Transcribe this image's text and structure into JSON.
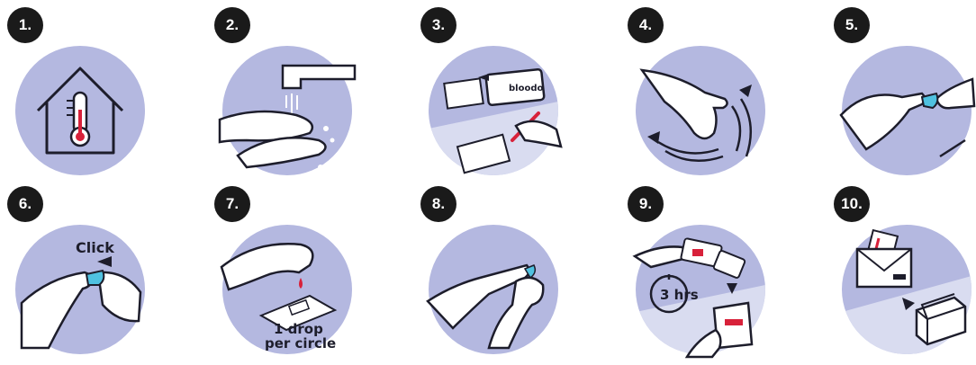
{
  "colors": {
    "circle": "#b4b8e0",
    "light": "#d9dcf0",
    "ink": "#1d1d2b",
    "red": "#d8213a",
    "skin": "#ffffff"
  },
  "steps": [
    {
      "number": "1.",
      "illustration": "house-thermometer-icon"
    },
    {
      "number": "2.",
      "illustration": "hand-washing-icon"
    },
    {
      "number": "3.",
      "illustration": "kit-unpacking-icon",
      "text": {
        "brand": "bloodo"
      }
    },
    {
      "number": "4.",
      "illustration": "hand-shaking-icon"
    },
    {
      "number": "5.",
      "illustration": "lancet-twist-icon"
    },
    {
      "number": "6.",
      "illustration": "lancet-click-icon",
      "text": {
        "click": "Click"
      }
    },
    {
      "number": "7.",
      "illustration": "blood-drop-card-icon",
      "text": {
        "drop_line1": "1 drop",
        "drop_line2": "per circle"
      }
    },
    {
      "number": "8.",
      "illustration": "plaster-icon"
    },
    {
      "number": "9.",
      "illustration": "drying-timer-icon",
      "text": {
        "timer": "3 hrs"
      }
    },
    {
      "number": "10.",
      "illustration": "return-envelope-icon"
    }
  ]
}
